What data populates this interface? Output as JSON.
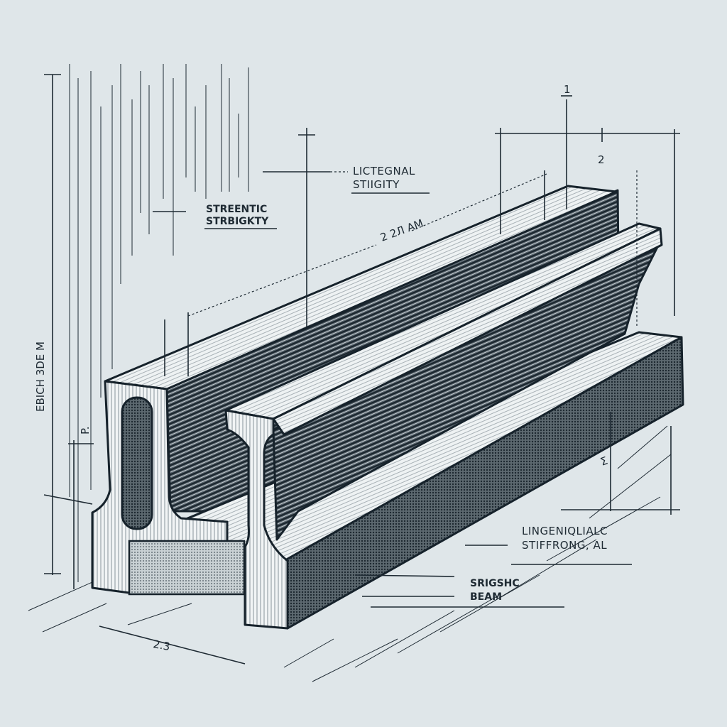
{
  "drawing": {
    "labels": {
      "top_center_line1": "LICTEGNAL",
      "top_center_line2": "STIIGITY",
      "left_line1": "STREENTIC",
      "left_line2": "STRBIGKTY",
      "right_line1": "LINGENIQLIALC",
      "right_line2": "STIFFRONG, AL",
      "bottom_line1": "SRIGSHC",
      "bottom_line2": "BEAM"
    },
    "dimensions": {
      "length": "2 2Л AM",
      "vertical_left": "EBICH 3DE M",
      "vertical_small": "P.",
      "top_right": "2",
      "bottom_width": "2.3",
      "right_mark": "Σ",
      "top_tick": "1"
    },
    "colors": {
      "background": "#dfe6e9",
      "ink": "#1e2a33",
      "highlight": "#f4f6f6"
    }
  }
}
